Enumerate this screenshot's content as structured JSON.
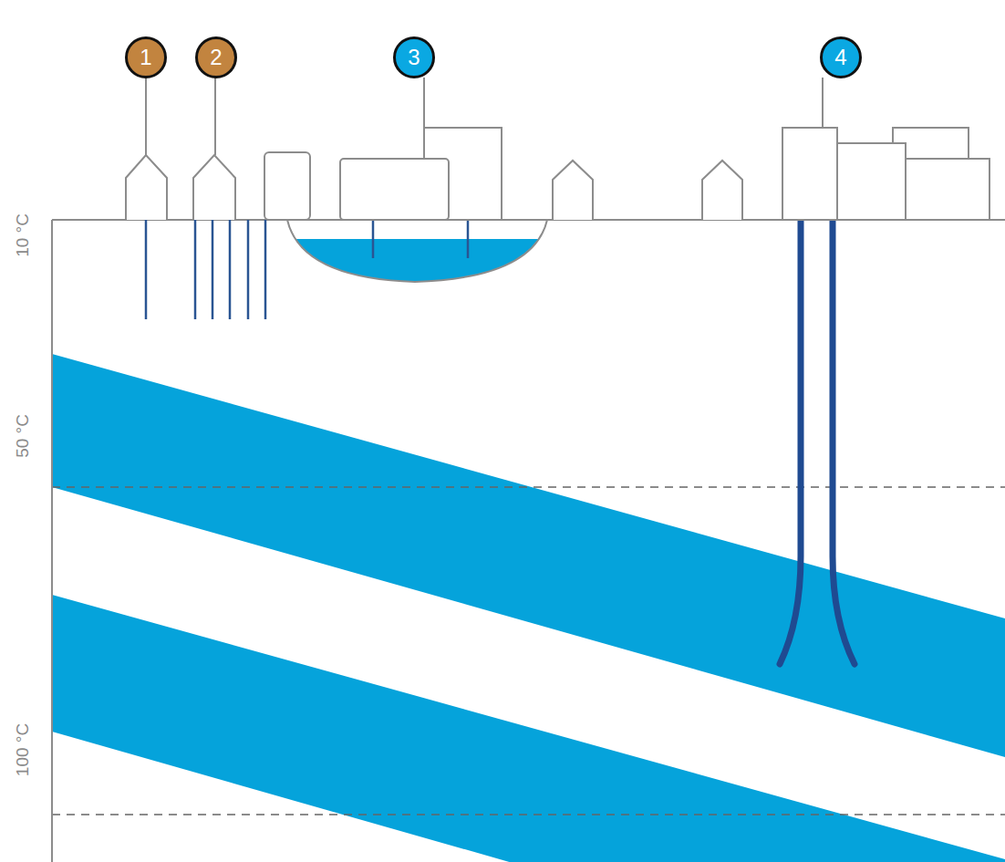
{
  "diagram": {
    "nodes": [
      {
        "text": [
          "1"
        ]
      },
      {
        "text": [
          "2"
        ]
      },
      {
        "text": [
          "3"
        ]
      },
      {
        "text": [
          "4"
        ]
      }
    ],
    "labels": [
      "10 °C",
      "50 °C",
      "100 °C"
    ]
  }
}
